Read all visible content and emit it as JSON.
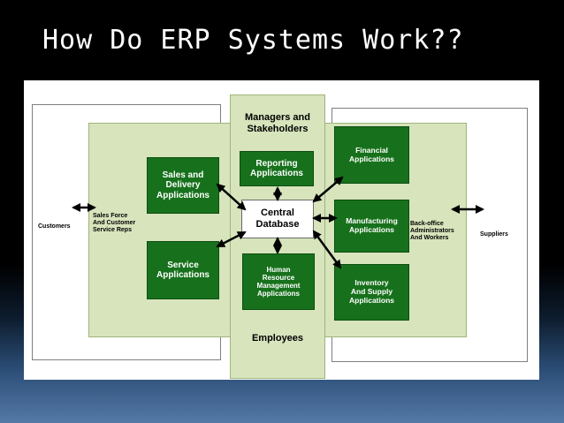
{
  "slide": {
    "title": "How Do ERP Systems Work??"
  },
  "diagram": {
    "managers_label": "Managers and\nStakeholders",
    "employees_label": "Employees",
    "customers_label": "Customers",
    "suppliers_label": "Suppliers",
    "sales_force_label": "Sales Force\nAnd Customer\nService Reps",
    "back_office_label": "Back-office\nAdministrators\nAnd Workers",
    "central_database": "Central\nDatabase",
    "modules": {
      "sales": "Sales and\nDelivery\nApplications",
      "service": "Service\nApplications",
      "reporting": "Reporting\nApplications",
      "hr": "Human\nResource\nManagement\nApplications",
      "financial": "Financial\nApplications",
      "manufacturing": "Manufacturing\nApplications",
      "inventory": "Inventory\nAnd Supply\nApplications"
    },
    "colors": {
      "module_fill": "#17711c",
      "zone_fill": "#d7e4bc",
      "arrow": "#000000"
    }
  }
}
